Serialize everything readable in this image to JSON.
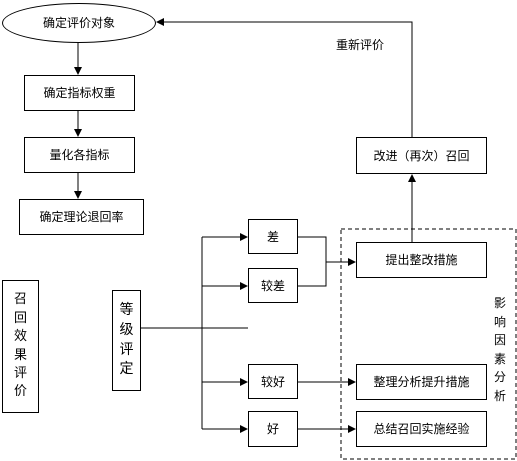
{
  "nodes": {
    "determine_object": "确定评价对象",
    "determine_weights": "确定指标权重",
    "quantify_indicators": "量化各指标",
    "theoretical_rate": "确定理论退回率",
    "recall_effect": "召回效果评价",
    "grade_rating": "等级评定",
    "poor": "差",
    "fairly_poor": "较差",
    "fairly_good": "较好",
    "good": "好",
    "rectify_measures": "提出整改措施",
    "analyze_improve": "整理分析提升措施",
    "summarize": "总结召回实施经验",
    "improve_recall": "改进（再次）召回"
  },
  "labels": {
    "re_evaluate": "重新评价",
    "factors": "影响因素分析"
  }
}
